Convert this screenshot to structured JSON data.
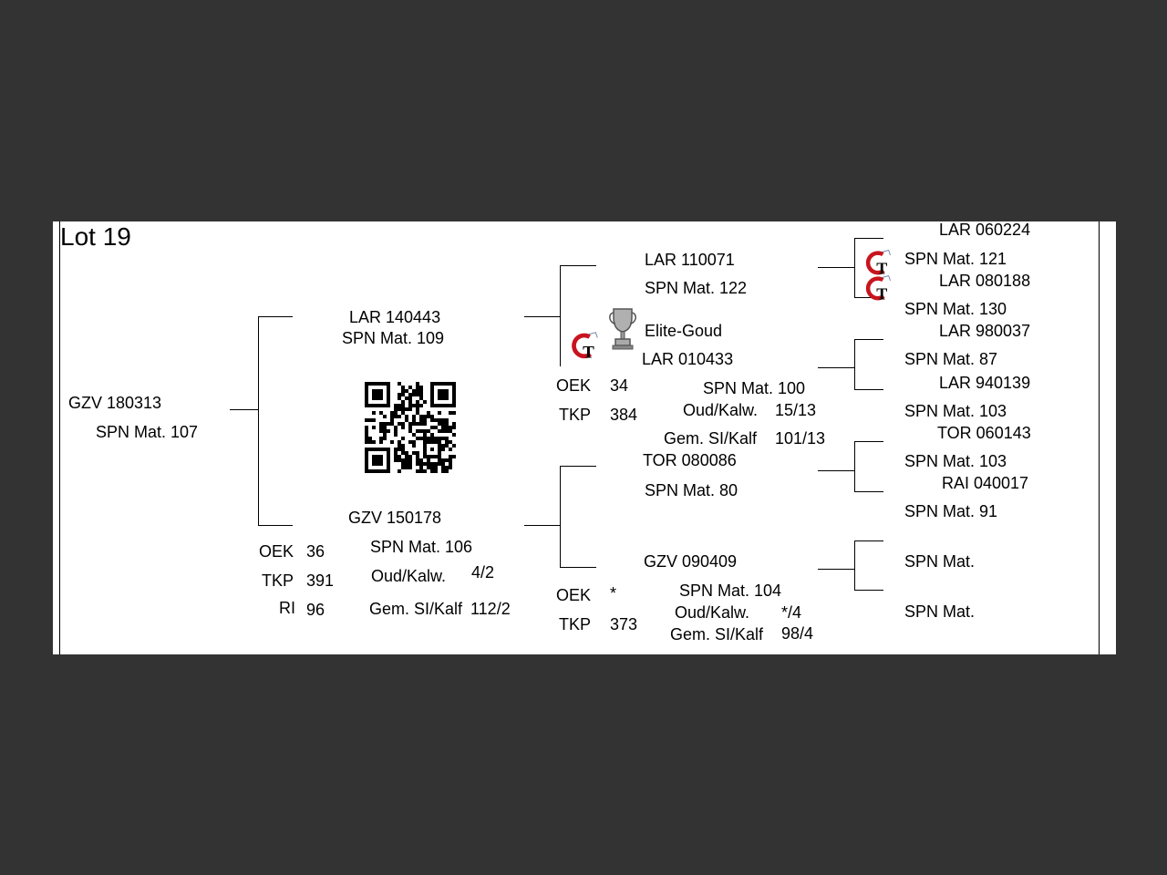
{
  "lot": "Lot 19",
  "subject": {
    "id": "GZV 180313",
    "mat": "SPN Mat. 107"
  },
  "sire": {
    "id": "LAR 140443",
    "mat": "SPN Mat. 109"
  },
  "dam": {
    "id": "GZV 150178",
    "mat": "SPN Mat. 106",
    "oek_label": "OEK",
    "oek": "36",
    "tkp_label": "TKP",
    "tkp": "391",
    "ri_label": "RI",
    "ri": "96",
    "oud_label": "Oud/Kalw.",
    "oud": "4/2",
    "gem_label": "Gem. SI/Kalf",
    "gem": "112/2"
  },
  "ss": {
    "id": "LAR 110071",
    "mat": "SPN Mat. 122"
  },
  "sd": {
    "award": "Elite-Goud",
    "id": "LAR 010433",
    "mat": "SPN Mat. 100",
    "oek_label": "OEK",
    "oek": "34",
    "tkp_label": "TKP",
    "tkp": "384",
    "oud_label": "Oud/Kalw.",
    "oud": "15/13",
    "gem_label": "Gem. SI/Kalf",
    "gem": "101/13"
  },
  "ds": {
    "id": "TOR 080086",
    "mat": "SPN Mat. 80"
  },
  "dd": {
    "id": "GZV 090409",
    "mat": "SPN Mat. 104",
    "oek_label": "OEK",
    "oek": "*",
    "tkp_label": "TKP",
    "tkp": "373",
    "oud_label": "Oud/Kalw.",
    "oud": "*/4",
    "gem_label": "Gem. SI/Kalf",
    "gem": "98/4"
  },
  "gen4": [
    {
      "id": "LAR 060224",
      "mat": "SPN Mat. 121"
    },
    {
      "id": "LAR 080188",
      "mat": "SPN Mat. 130"
    },
    {
      "id": "LAR 980037",
      "mat": "SPN Mat. 87"
    },
    {
      "id": "LAR 940139",
      "mat": "SPN Mat. 103"
    },
    {
      "id": "TOR 060143",
      "mat": "SPN Mat. 103"
    },
    {
      "id": "RAI 040017",
      "mat": "SPN Mat. 91"
    },
    {
      "id": "",
      "mat": "SPN Mat."
    },
    {
      "id": "",
      "mat": "SPN Mat."
    }
  ],
  "colors": {
    "background": "#333333",
    "sheet": "#ffffff",
    "logo_red": "#c8141e"
  }
}
